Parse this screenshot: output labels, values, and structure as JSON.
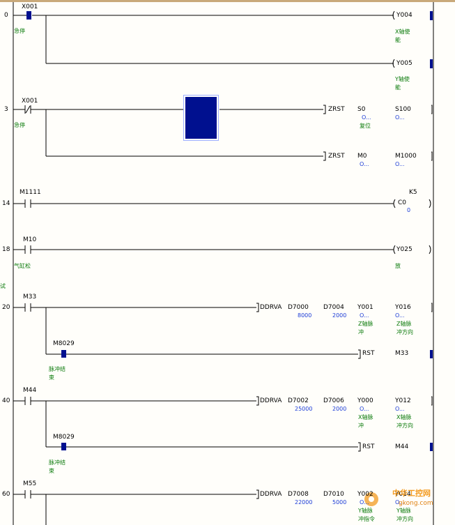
{
  "ladder": {
    "steps": [
      "0",
      "3",
      "14",
      "18",
      "20",
      "40",
      "60"
    ],
    "rung_0": {
      "contact": "X001",
      "contact_comment": "急停",
      "coil_1": "Y004",
      "coil_1_comment_1": "X轴使",
      "coil_1_comment_2": "能",
      "coil_2": "Y005",
      "coil_2_comment_1": "Y轴使",
      "coil_2_comment_2": "能"
    },
    "rung_3": {
      "contact": "X001",
      "contact_comment": "急停",
      "instr_1": "ZRST",
      "instr_1_op1": "S0",
      "instr_1_op1_sub": "O...",
      "instr_1_op1_comment": "复位",
      "instr_1_op2": "S100",
      "instr_1_op2_sub": "O...",
      "instr_2": "ZRST",
      "instr_2_op1": "M0",
      "instr_2_op1_sub": "O...",
      "instr_2_op2": "M1000",
      "instr_2_op2_sub": "O..."
    },
    "rung_14": {
      "contact": "M1111",
      "coil": "C0",
      "k_value": "K5",
      "current": "0"
    },
    "rung_18": {
      "contact": "M10",
      "contact_comment": "气缸松",
      "coil": "Y025",
      "coil_comment": "放"
    },
    "left_margin_text": "试",
    "rung_20": {
      "contact": "M33",
      "instr": "DDRVA",
      "op1": "D7000",
      "op1_val": "8000",
      "op2": "D7004",
      "op2_val": "2000",
      "op3": "Y001",
      "op3_sub": "O...",
      "op3_c1": "Z轴脉",
      "op3_c2": "冲",
      "op4": "Y016",
      "op4_sub": "O...",
      "op4_c1": "Z轴脉",
      "op4_c2": "冲方向",
      "sub_contact": "M8029",
      "sub_c1": "脉冲结",
      "sub_c2": "束",
      "rst": "RST",
      "rst_target": "M33"
    },
    "rung_40": {
      "contact": "M44",
      "instr": "DDRVA",
      "op1": "D7002",
      "op1_val": "25000",
      "op2": "D7006",
      "op2_val": "2000",
      "op3": "Y000",
      "op3_sub": "O...",
      "op3_c1": "X轴脉",
      "op3_c2": "冲",
      "op4": "Y012",
      "op4_sub": "O...",
      "op4_c1": "X轴脉",
      "op4_c2": "冲方向",
      "sub_contact": "M8029",
      "sub_c1": "脉冲结",
      "sub_c2": "束",
      "rst": "RST",
      "rst_target": "M44"
    },
    "rung_60": {
      "contact": "M55",
      "instr": "DDRVA",
      "op1": "D7008",
      "op1_val": "22000",
      "op2": "D7010",
      "op2_val": "5000",
      "op3": "Y002",
      "op3_sub": "O...",
      "op3_c1": "Y轴脉",
      "op3_c2": "冲指令",
      "op4": "Y014",
      "op4_sub": "O...",
      "op4_c1": "Y轴脉",
      "op4_c2": "冲方向"
    }
  },
  "watermark": {
    "brand": "中华工控网",
    "url": "gkong.com"
  },
  "colors": {
    "cursor": "#00108f",
    "selection_border": "#ffffff",
    "comment": "#0a7a0a",
    "value": "#1b3bd6",
    "line": "#000000",
    "watermark": "#f39a1e"
  }
}
